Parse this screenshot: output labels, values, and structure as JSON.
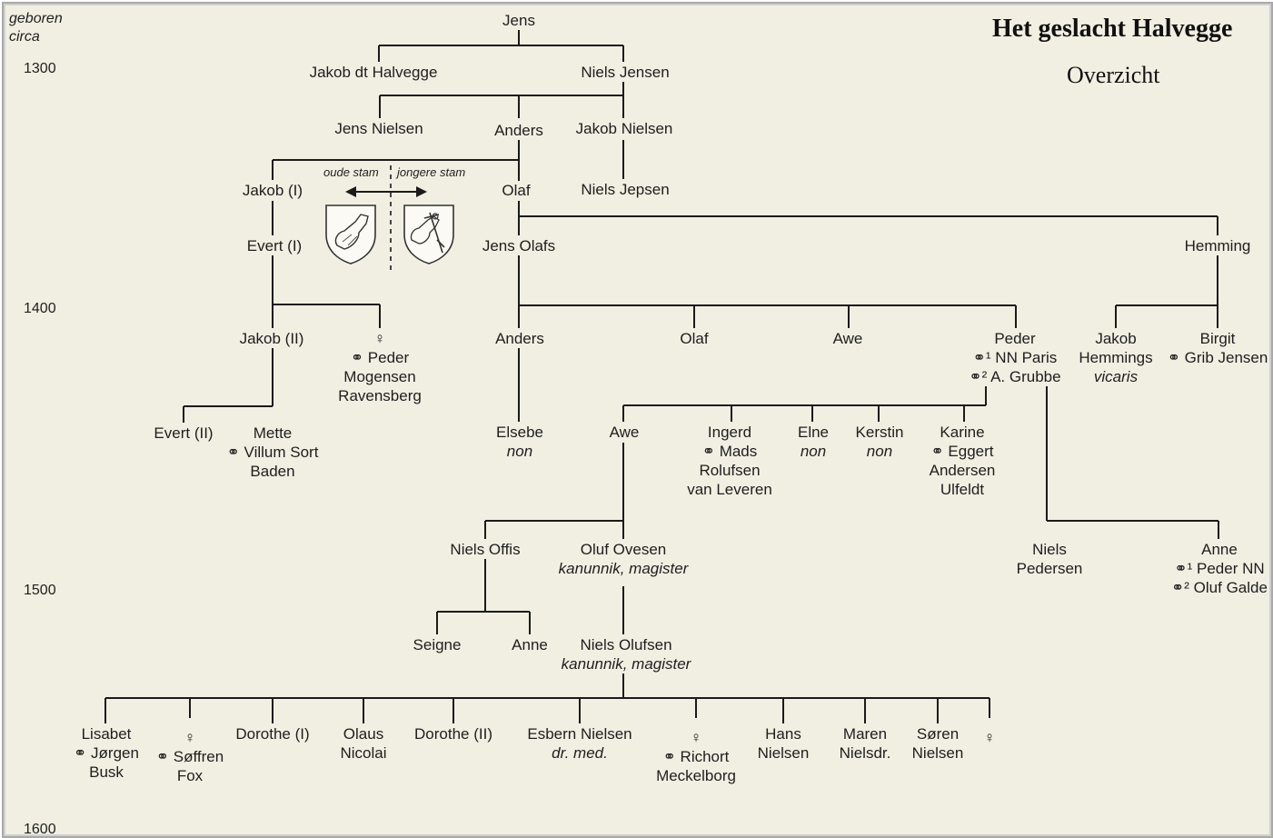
{
  "title": "Het geslacht Halvegge",
  "subtitle": "Overzicht",
  "axis_label": [
    "geboren",
    "circa"
  ],
  "years": [
    "1300",
    "1400",
    "1500",
    "1600"
  ],
  "branch_labels": {
    "old": "oude stam",
    "young": "jongere stam"
  },
  "persons": {
    "jens": [
      {
        "t": "Jens"
      }
    ],
    "jakob_dt": [
      {
        "t": "Jakob dt Halvegge"
      }
    ],
    "niels_jensen": [
      {
        "t": "Niels Jensen"
      }
    ],
    "jens_nielsen": [
      {
        "t": "Jens Nielsen"
      }
    ],
    "anders1": [
      {
        "t": "Anders"
      }
    ],
    "jakob_nielsen": [
      {
        "t": "Jakob Nielsen"
      }
    ],
    "jakob1": [
      {
        "t": "Jakob (I)"
      }
    ],
    "olaf1": [
      {
        "t": "Olaf"
      }
    ],
    "niels_jepsen": [
      {
        "t": "Niels Jepsen"
      }
    ],
    "evert1": [
      {
        "t": "Evert (I)"
      }
    ],
    "jens_olafs": [
      {
        "t": "Jens Olafs"
      }
    ],
    "hemming": [
      {
        "t": "Hemming"
      }
    ],
    "jakob2": [
      {
        "t": "Jakob (II)"
      }
    ],
    "female1": [
      {
        "t": "♀"
      },
      {
        "t": "⚭ Peder"
      },
      {
        "t": "Mogensen"
      },
      {
        "t": "Ravensberg"
      }
    ],
    "anders2": [
      {
        "t": "Anders"
      }
    ],
    "olaf2": [
      {
        "t": "Olaf"
      }
    ],
    "awe1": [
      {
        "t": "Awe"
      }
    ],
    "peder": [
      {
        "t": "Peder"
      },
      {
        "t": "⚭¹ NN Paris"
      },
      {
        "t": "⚭² A. Grubbe"
      }
    ],
    "jakob_hemmings": [
      {
        "t": "Jakob"
      },
      {
        "t": "Hemmings"
      },
      {
        "t": "vicaris",
        "i": true
      }
    ],
    "birgit": [
      {
        "t": "Birgit"
      },
      {
        "t": "⚭ Grib Jensen"
      }
    ],
    "evert2": [
      {
        "t": "Evert (II)"
      }
    ],
    "mette": [
      {
        "t": "Mette"
      },
      {
        "t": "⚭ Villum Sort"
      },
      {
        "t": "Baden"
      }
    ],
    "elsebe": [
      {
        "t": "Elsebe"
      },
      {
        "t": "non",
        "i": true
      }
    ],
    "awe2": [
      {
        "t": "Awe"
      }
    ],
    "ingerd": [
      {
        "t": "Ingerd"
      },
      {
        "t": "⚭ Mads"
      },
      {
        "t": "Rolufsen"
      },
      {
        "t": "van Leveren"
      }
    ],
    "elne": [
      {
        "t": "Elne"
      },
      {
        "t": "non",
        "i": true
      }
    ],
    "kerstin": [
      {
        "t": "Kerstin"
      },
      {
        "t": "non",
        "i": true
      }
    ],
    "karine": [
      {
        "t": "Karine"
      },
      {
        "t": "⚭ Eggert"
      },
      {
        "t": "Andersen"
      },
      {
        "t": "Ulfeldt"
      }
    ],
    "niels_offis": [
      {
        "t": "Niels Offis"
      }
    ],
    "oluf_ovesen": [
      {
        "t": "Oluf Ovesen"
      },
      {
        "t": "kanunnik, magister",
        "i": true
      }
    ],
    "niels_pedersen": [
      {
        "t": "Niels"
      },
      {
        "t": "Pedersen"
      }
    ],
    "anne1": [
      {
        "t": "Anne"
      },
      {
        "t": "⚭¹ Peder NN"
      },
      {
        "t": "⚭² Oluf Galde"
      }
    ],
    "seigne": [
      {
        "t": "Seigne"
      }
    ],
    "anne2": [
      {
        "t": "Anne"
      }
    ],
    "niels_olufsen": [
      {
        "t": "Niels Olufsen"
      },
      {
        "t": "kanunnik, magister",
        "i": true
      }
    ],
    "lisabet": [
      {
        "t": "Lisabet"
      },
      {
        "t": "⚭ Jørgen"
      },
      {
        "t": "Busk"
      }
    ],
    "female2": [
      {
        "t": "♀"
      },
      {
        "t": "⚭ Søffren"
      },
      {
        "t": "Fox"
      }
    ],
    "dorothe1": [
      {
        "t": "Dorothe (I)"
      }
    ],
    "olaus": [
      {
        "t": "Olaus"
      },
      {
        "t": "Nicolai"
      }
    ],
    "dorothe2": [
      {
        "t": "Dorothe (II)"
      }
    ],
    "esbern": [
      {
        "t": "Esbern Nielsen"
      },
      {
        "t": "dr. med.",
        "i": true
      }
    ],
    "female3": [
      {
        "t": "♀"
      },
      {
        "t": "⚭ Richort"
      },
      {
        "t": "Meckelborg"
      }
    ],
    "hans": [
      {
        "t": "Hans"
      },
      {
        "t": "Nielsen"
      }
    ],
    "maren": [
      {
        "t": "Maren"
      },
      {
        "t": "Nielsdr."
      }
    ],
    "soren": [
      {
        "t": "Søren"
      },
      {
        "t": "Nielsen"
      }
    ],
    "female4": [
      {
        "t": "♀"
      }
    ]
  }
}
